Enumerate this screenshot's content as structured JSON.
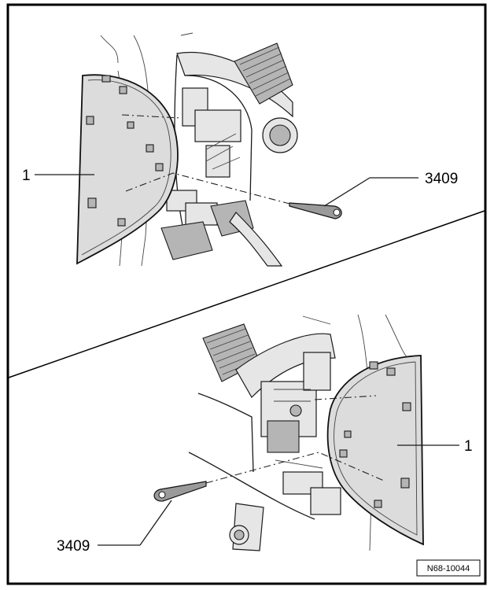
{
  "labels": {
    "top_part": "1",
    "top_tool": "3409",
    "bottom_part": "1",
    "bottom_tool": "3409"
  },
  "figure_ref": "N68-10044"
}
